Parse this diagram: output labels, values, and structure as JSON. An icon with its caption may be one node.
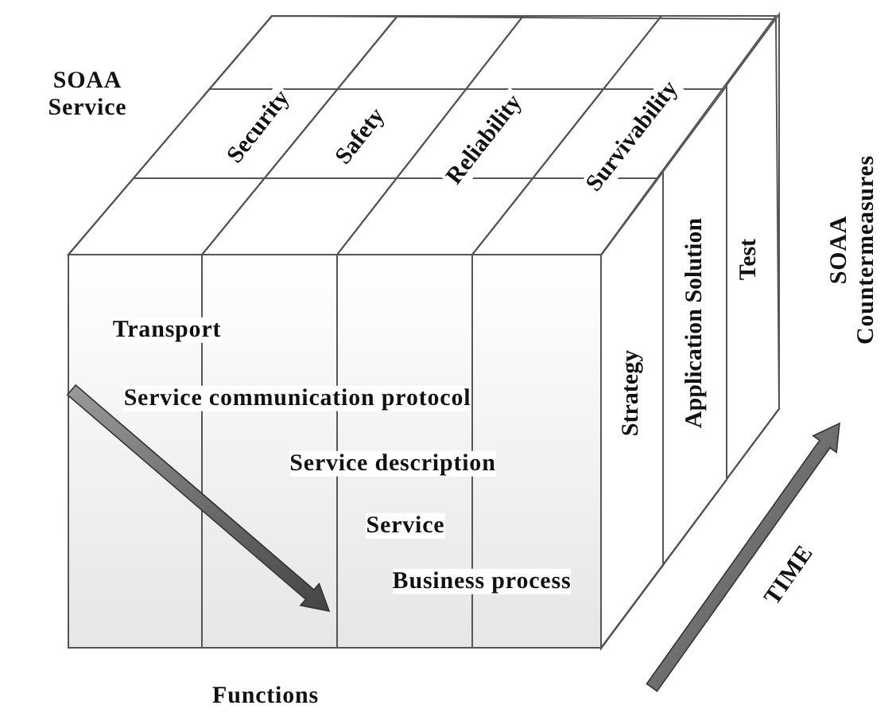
{
  "diagram": {
    "nodes": [
      {
        "text": [
          "Security"
        ]
      },
      {
        "text": [
          "Safety"
        ]
      },
      {
        "text": [
          "Reliability"
        ]
      },
      {
        "text": [
          "Survivability"
        ]
      },
      {
        "text": [
          "Strategy"
        ]
      },
      {
        "text": [
          "Application Solution"
        ]
      },
      {
        "text": [
          "Test"
        ]
      }
    ],
    "labels": [
      "SOAA Service",
      "Transport",
      "Service communication protocol",
      "Service description",
      "Service",
      "Business process",
      "SOAA Countermeasures",
      "TIME",
      "Functions"
    ]
  }
}
